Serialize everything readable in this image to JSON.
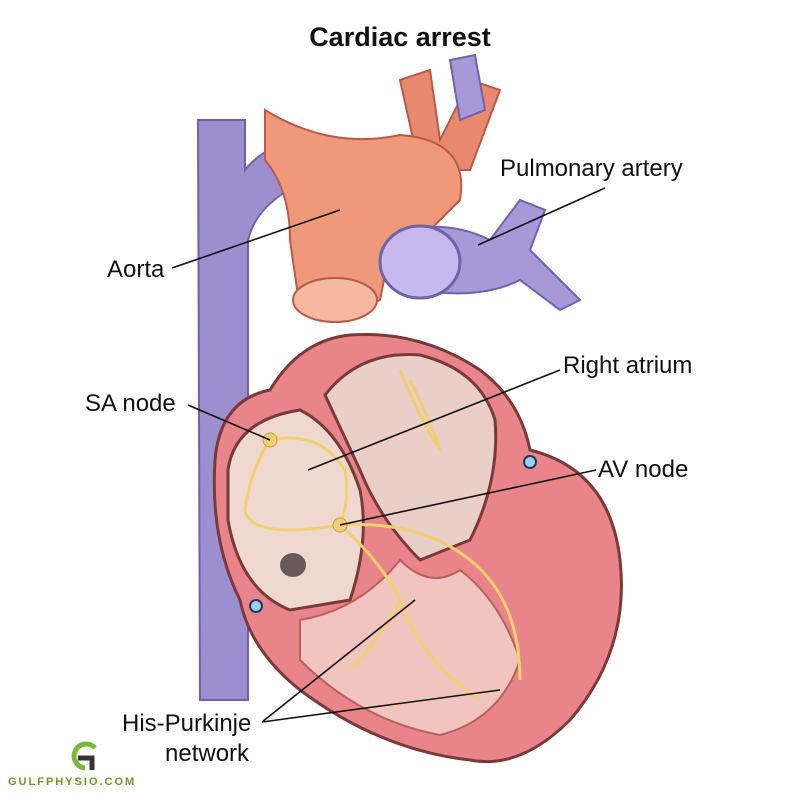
{
  "title": "Cardiac arrest",
  "labels": {
    "pulmonary_artery": "Pulmonary artery",
    "aorta": "Aorta",
    "right_atrium": "Right atrium",
    "sa_node": "SA node",
    "av_node": "AV node",
    "his_purkinje_line1": "His-Purkinje",
    "his_purkinje_line2": "network"
  },
  "watermark": {
    "text": "GULFPHYSIO.COM",
    "logo_letter": "G"
  },
  "colors": {
    "vein": "#9c8fd0",
    "aorta": "#f0987a",
    "myocardium": "#e8848a",
    "conduction": "#f0d070",
    "chamber": "#efd8d0"
  }
}
